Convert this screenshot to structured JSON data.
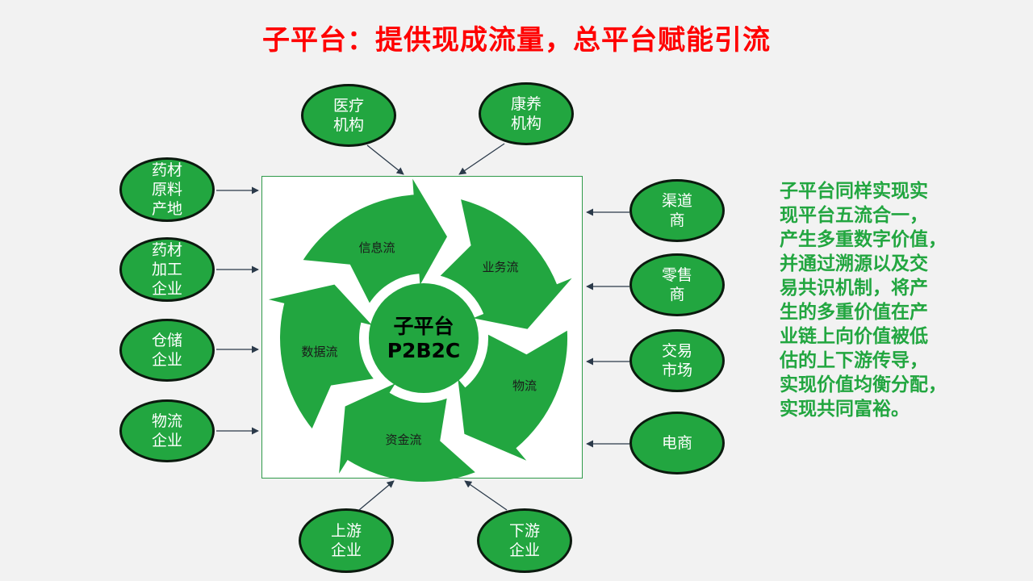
{
  "title": "子平台：提供现成流量，总平台赋能引流",
  "center": {
    "line1": "子平台",
    "line2": "P2B2C"
  },
  "cycle": {
    "segments": [
      "信息流",
      "业务流",
      "物流",
      "资金流",
      "数据流"
    ],
    "color": "#22a640"
  },
  "nodes": {
    "top": [
      {
        "lines": [
          "医疗",
          "机构"
        ]
      },
      {
        "lines": [
          "康养",
          "机构"
        ]
      }
    ],
    "left": [
      {
        "lines": [
          "药材",
          "原料",
          "产地"
        ]
      },
      {
        "lines": [
          "药材",
          "加工",
          "企业"
        ]
      },
      {
        "lines": [
          "仓储",
          "企业"
        ]
      },
      {
        "lines": [
          "物流",
          "企业"
        ]
      }
    ],
    "right": [
      {
        "lines": [
          "渠道",
          "商"
        ]
      },
      {
        "lines": [
          "零售",
          "商"
        ]
      },
      {
        "lines": [
          "交易",
          "市场"
        ]
      },
      {
        "lines": [
          "电商"
        ]
      }
    ],
    "bottom": [
      {
        "lines": [
          "上游",
          "企业"
        ]
      },
      {
        "lines": [
          "下游",
          "企业"
        ]
      }
    ]
  },
  "description": [
    "子平台同样实现实",
    "现平台五流合一，",
    "产生多重数字价值，",
    "并通过溯源以及交",
    "易共识机制，将产",
    "生的多重价值在产",
    "业链上向价值被低",
    "估的上下游传导，",
    "实现价值均衡分配，",
    "实现共同富裕。"
  ],
  "colors": {
    "title": "#ff0000",
    "node_fill": "#22a640",
    "node_border": "#0b1a0e",
    "text_green": "#22a640"
  }
}
